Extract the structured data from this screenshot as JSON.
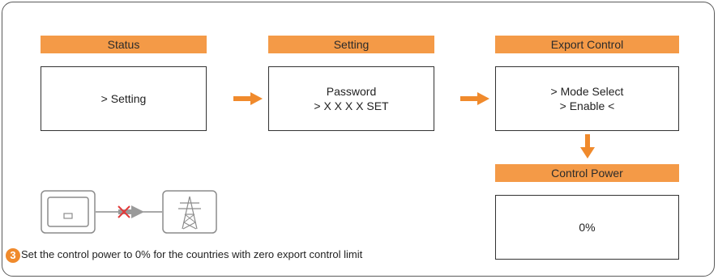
{
  "steps": [
    {
      "header": "Status",
      "lines": [
        "> Setting"
      ]
    },
    {
      "header": "Setting",
      "lines": [
        "Password",
        "> X X X X SET"
      ]
    },
    {
      "header": "Export Control",
      "lines": [
        "> Mode Select",
        "> Enable <"
      ]
    },
    {
      "header": "Control Power",
      "lines": [
        "0%"
      ]
    }
  ],
  "note": {
    "number": "3",
    "text": "Set the control power to 0% for the countries with zero export control limit"
  },
  "colors": {
    "accent": "#f49a47",
    "arrow": "#f08a2c",
    "cross": "#e23a3a",
    "icon_gray": "#8c8c8c"
  },
  "icons": {
    "inverter": "inverter-icon",
    "grid": "power-grid-tower-icon",
    "blocked": "blocked-arrow-icon"
  }
}
